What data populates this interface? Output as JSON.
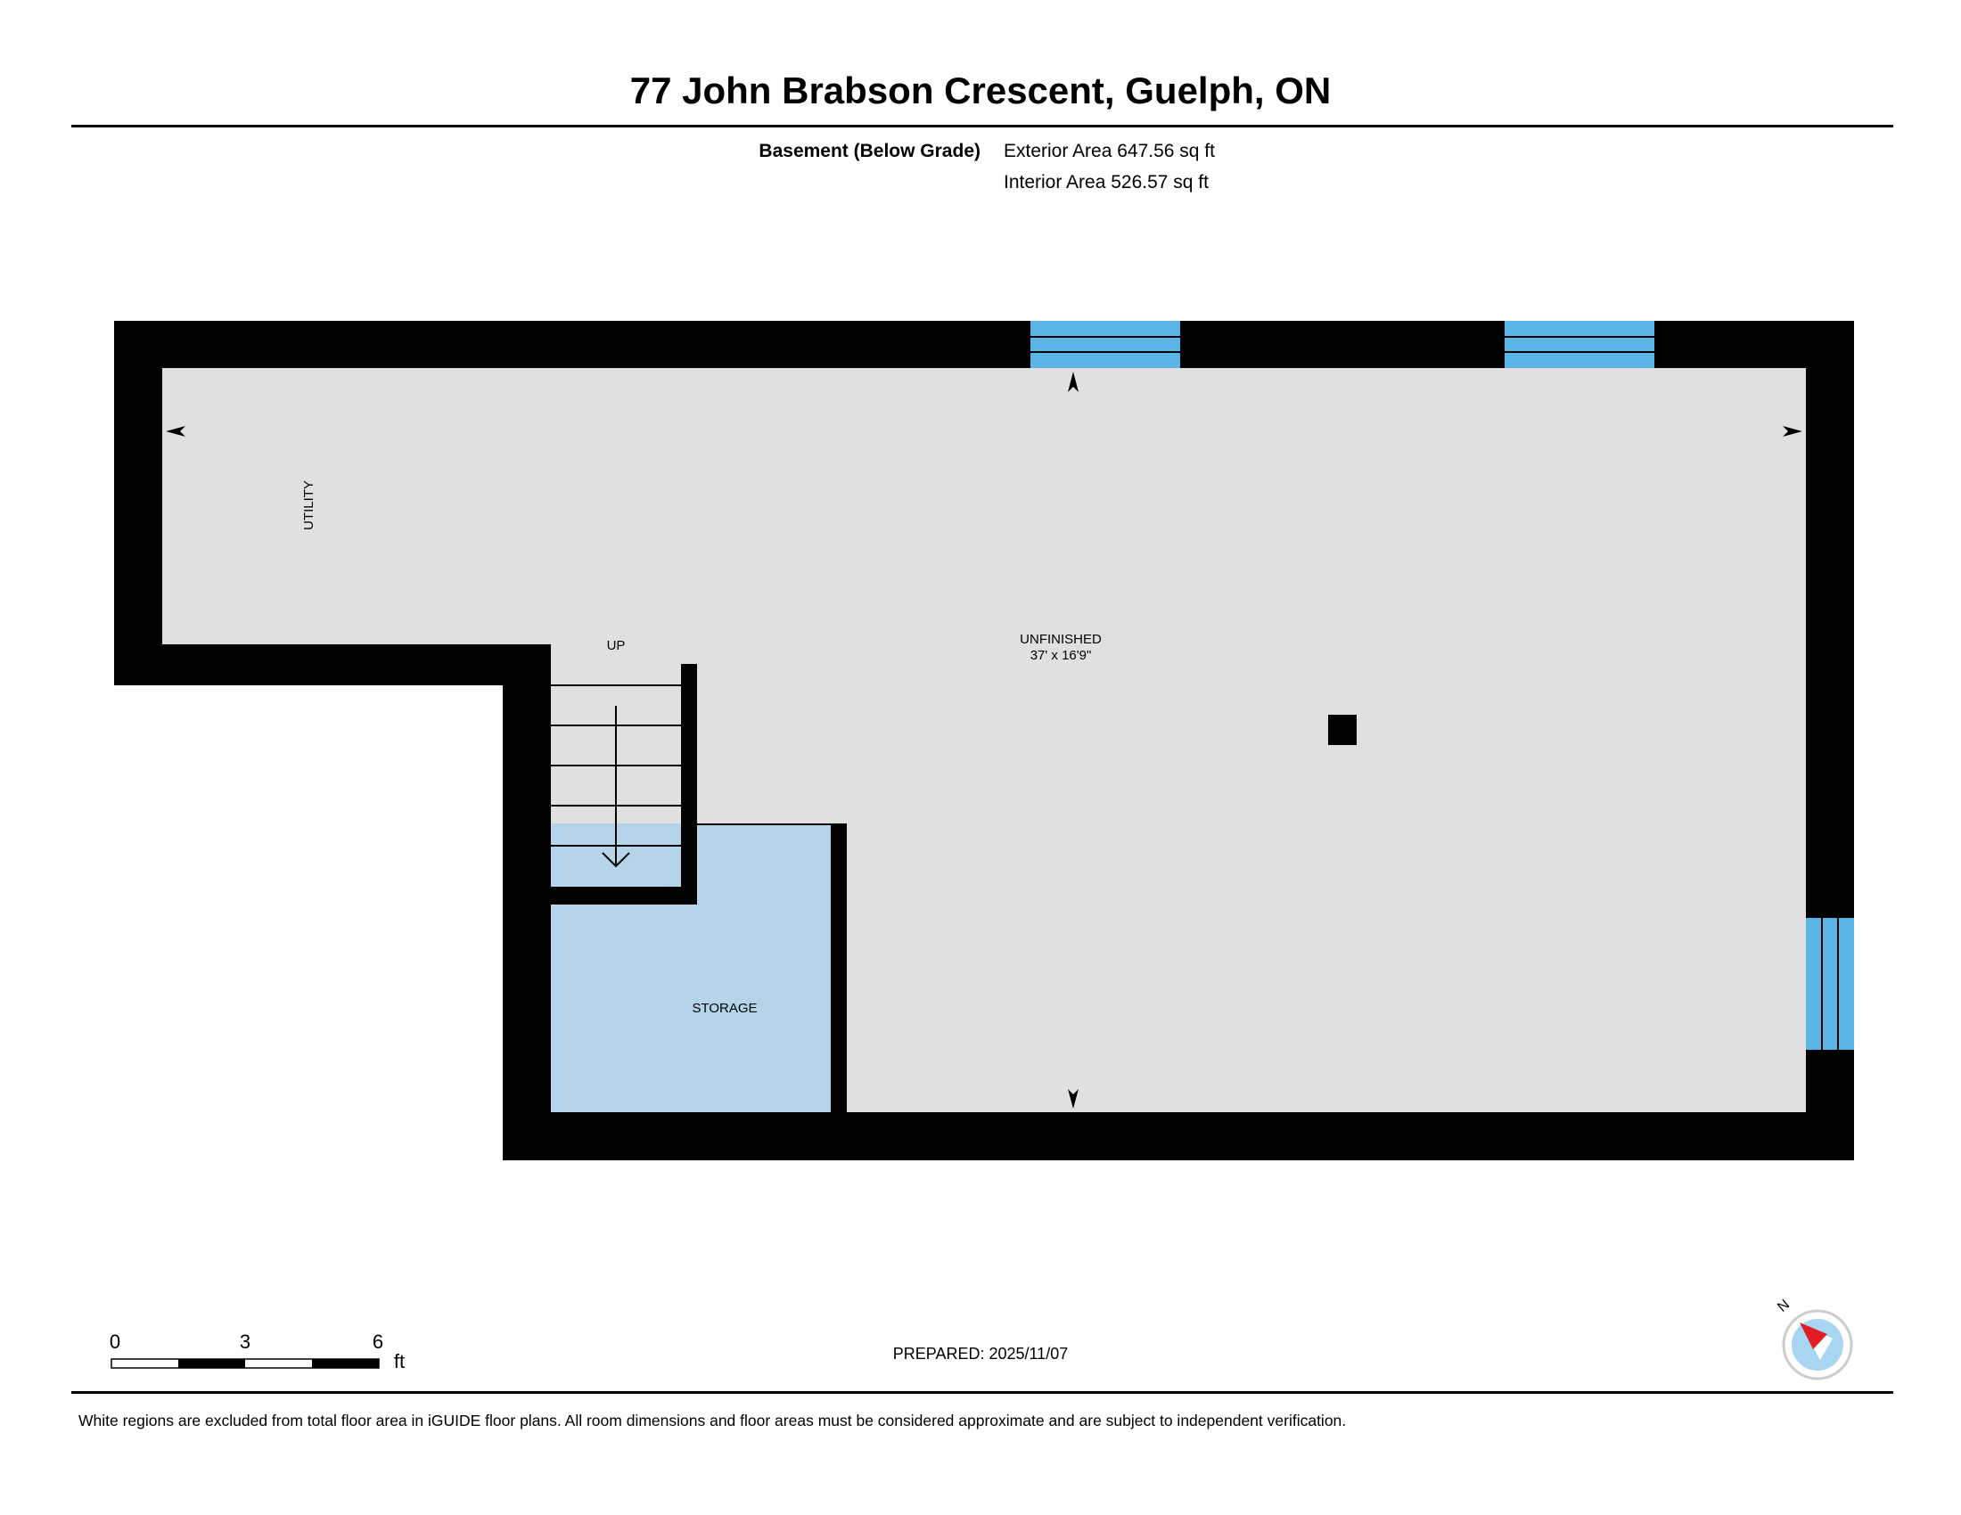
{
  "header": {
    "title": "77 John Brabson Crescent, Guelph, ON",
    "level_name": "Basement (Below Grade)",
    "exterior_area": "Exterior Area 647.56 sq ft",
    "interior_area": "Interior Area 526.57 sq ft"
  },
  "plan": {
    "rooms": {
      "utility": "UTILITY",
      "unfinished": "UNFINISHED",
      "unfinished_dims": "37' x 16'9\"",
      "stairs": "UP",
      "storage": "STORAGE"
    },
    "colors": {
      "floor": "#e0e0e0",
      "wall": "#000000",
      "window": "#5ab4e6",
      "storage": "#b4d4ea"
    }
  },
  "scale_bar": {
    "labels": [
      "0",
      "3",
      "6"
    ],
    "unit": "ft"
  },
  "compass": {
    "north_label": "N",
    "icon": "compass-icon"
  },
  "prepared": "PREPARED: 2025/11/07",
  "footer": {
    "disclaimer": "White regions are excluded from total floor area in iGUIDE floor plans. All room dimensions and floor areas must be considered approximate and are subject to independent verification."
  }
}
